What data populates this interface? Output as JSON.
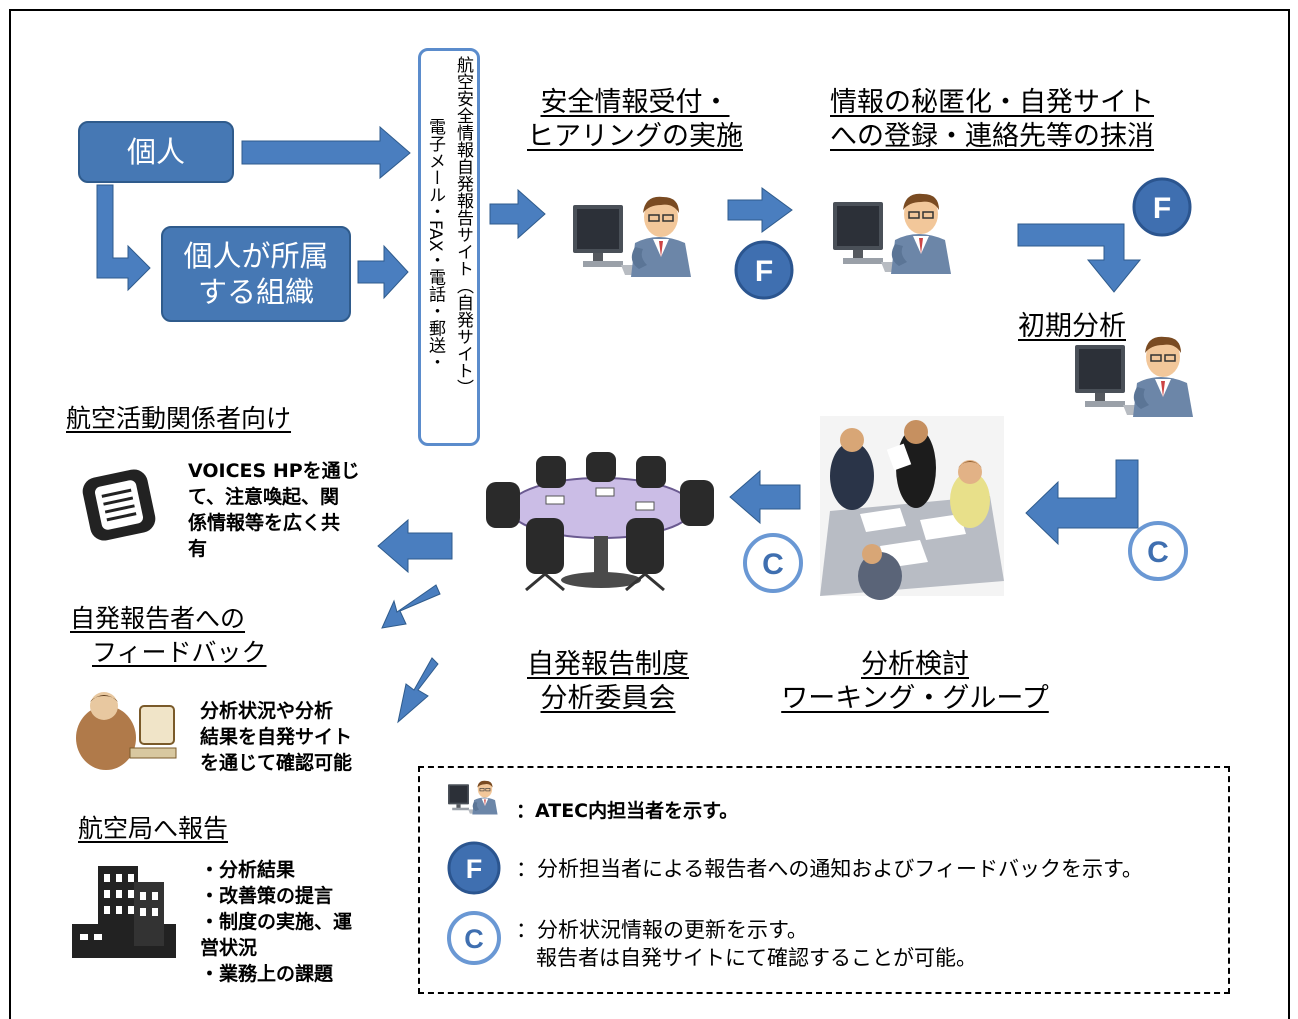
{
  "sources": {
    "individual": "個人",
    "organization_line1": "個人が所属",
    "organization_line2": "する組織"
  },
  "channels": {
    "col1": "航空安全情報自発報告サイト（自発サイト）",
    "col2": "電子メール・FAX・電話・郵送・"
  },
  "steps": {
    "receive_line1": "安全情報受付・",
    "receive_line2": "ヒアリングの実施",
    "anonymize_line1": "情報の秘匿化・自発サイト",
    "anonymize_line2": "への登録・連絡先等の抹消",
    "initial_analysis": "初期分析",
    "working_group_line1": "分析検討",
    "working_group_line2": "ワーキング・グループ",
    "committee_line1": "自発報告制度",
    "committee_line2": "分析委員会"
  },
  "outputs": {
    "stakeholders_title": "航空活動関係者向け",
    "stakeholders_text": [
      "VOICES HPを通じ",
      "て、注意喚起、関",
      "係情報等を広く共",
      "有"
    ],
    "feedback_title_line1": "自発報告者への",
    "feedback_title_line2": "フィードバック",
    "feedback_text": [
      "分析状況や分析",
      "結果を自発サイト",
      "を通じて確認可能"
    ],
    "bureau_title": "航空局へ報告",
    "bureau_items": [
      "・分析結果",
      "・改善策の提言",
      "・制度の実施、運",
      "営状況",
      "・業務上の課題"
    ]
  },
  "badges": {
    "f": "F",
    "c": "C"
  },
  "legend": {
    "person": "：ATEC内担当者を示す。",
    "f": "：分析担当者による報告者への通知およびフィードバックを示す。",
    "c_line1": "：分析状況情報の更新を示す。",
    "c_line2": "報告者は自発サイトにて確認することが可能。"
  },
  "colors": {
    "arrow": "#4a7ebf",
    "box_fill": "#4678b4",
    "badge_fill": "#3f6fb0",
    "badge_c_ring": "#6a98d4",
    "table": "#cbbde6"
  }
}
